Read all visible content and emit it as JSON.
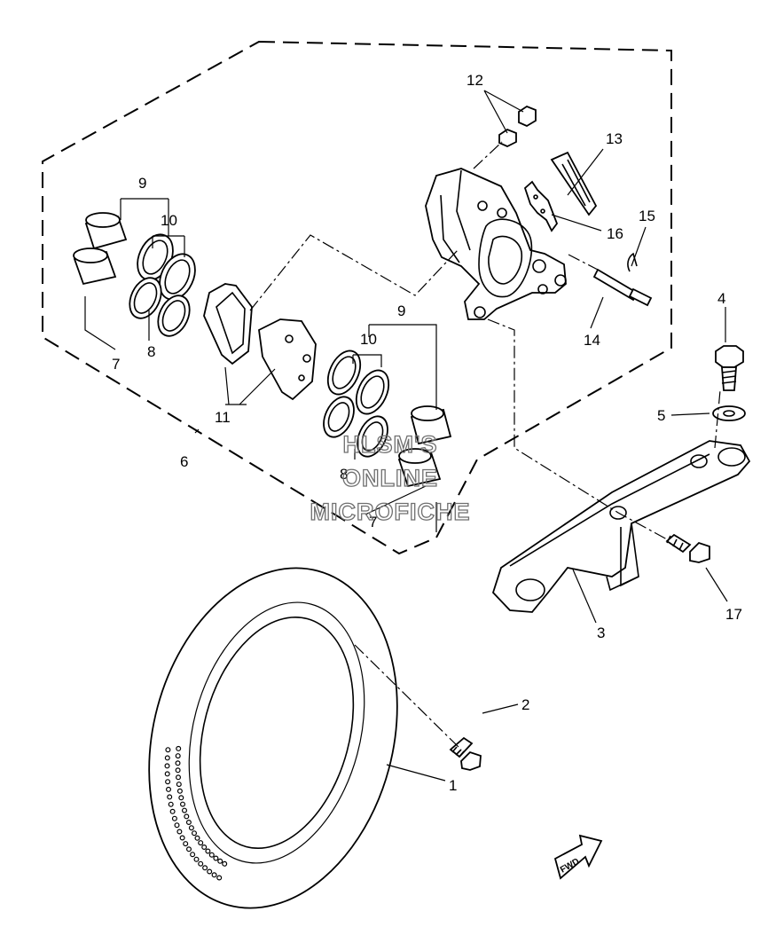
{
  "callouts": {
    "c1": "1",
    "c2": "2",
    "c3": "3",
    "c4": "4",
    "c5": "5",
    "c6": "6",
    "c7a": "7",
    "c7b": "7",
    "c8a": "8",
    "c8b": "8",
    "c9a": "9",
    "c9b": "9",
    "c10a": "10",
    "c10b": "10",
    "c11": "11",
    "c12": "12",
    "c13": "13",
    "c14": "14",
    "c15": "15",
    "c16": "16",
    "c17": "17"
  },
  "watermark": {
    "line1": "HLSM'S",
    "line2": "ONLINE",
    "line3": "MICROFICHE"
  },
  "direction_arrow": "FWD"
}
